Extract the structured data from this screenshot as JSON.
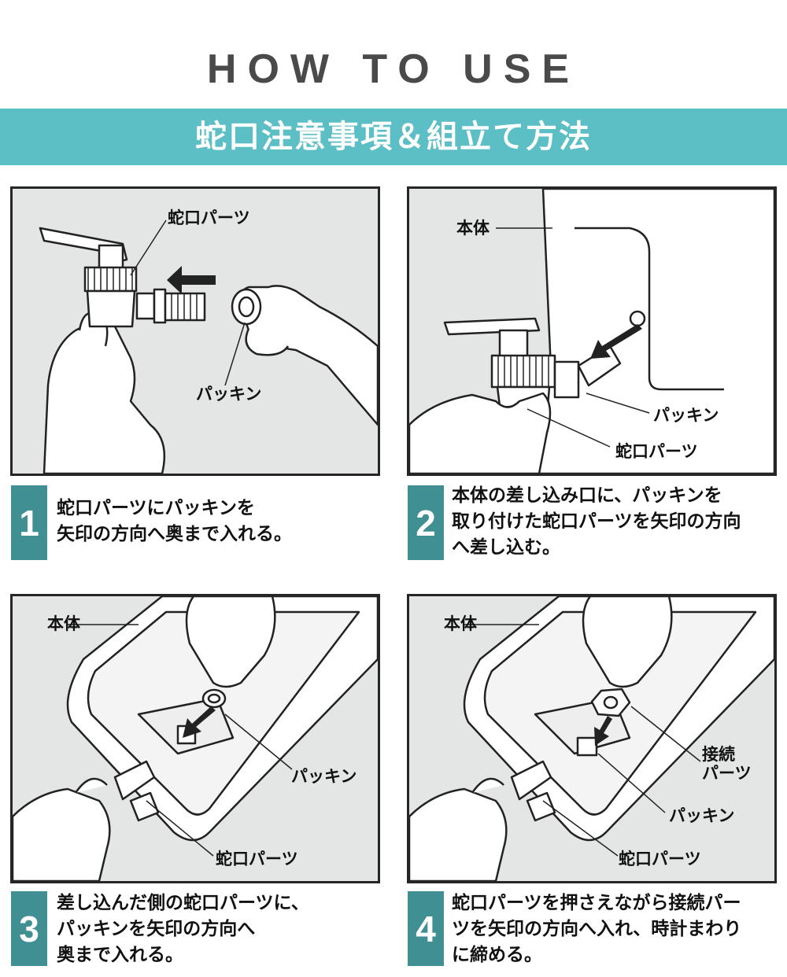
{
  "header": {
    "title": "HOW TO USE",
    "subtitle": "蛇口注意事項＆組立て方法"
  },
  "colors": {
    "accent": "#5cbfc6",
    "number_bg": "#3f8f93",
    "panel_bg": "#e4e5e5"
  },
  "steps": [
    {
      "number": "1",
      "lines": [
        "蛇口パーツにパッキンを",
        "矢印の方向へ奥まで入れる。"
      ],
      "labels": {
        "faucet": "蛇口パーツ",
        "packing": "パッキン"
      }
    },
    {
      "number": "2",
      "lines": [
        "本体の差し込み口に、パッキンを",
        "取り付けた蛇口パーツを矢印の方向",
        "へ差し込む。"
      ],
      "labels": {
        "body": "本体",
        "packing": "パッキン",
        "faucet": "蛇口パーツ"
      }
    },
    {
      "number": "3",
      "lines": [
        "差し込んだ側の蛇口パーツに、",
        "パッキンを矢印の方向へ",
        "奥まで入れる。"
      ],
      "labels": {
        "body": "本体",
        "packing": "パッキン",
        "faucet": "蛇口パーツ"
      }
    },
    {
      "number": "4",
      "lines": [
        "蛇口パーツを押さえながら接続パー",
        "ツを矢印の方向へ入れ、時計まわり",
        "に締める。"
      ],
      "labels": {
        "body": "本体",
        "connector_line1": "接続",
        "connector_line2": "パーツ",
        "packing": "パッキン",
        "faucet": "蛇口パーツ"
      }
    }
  ]
}
